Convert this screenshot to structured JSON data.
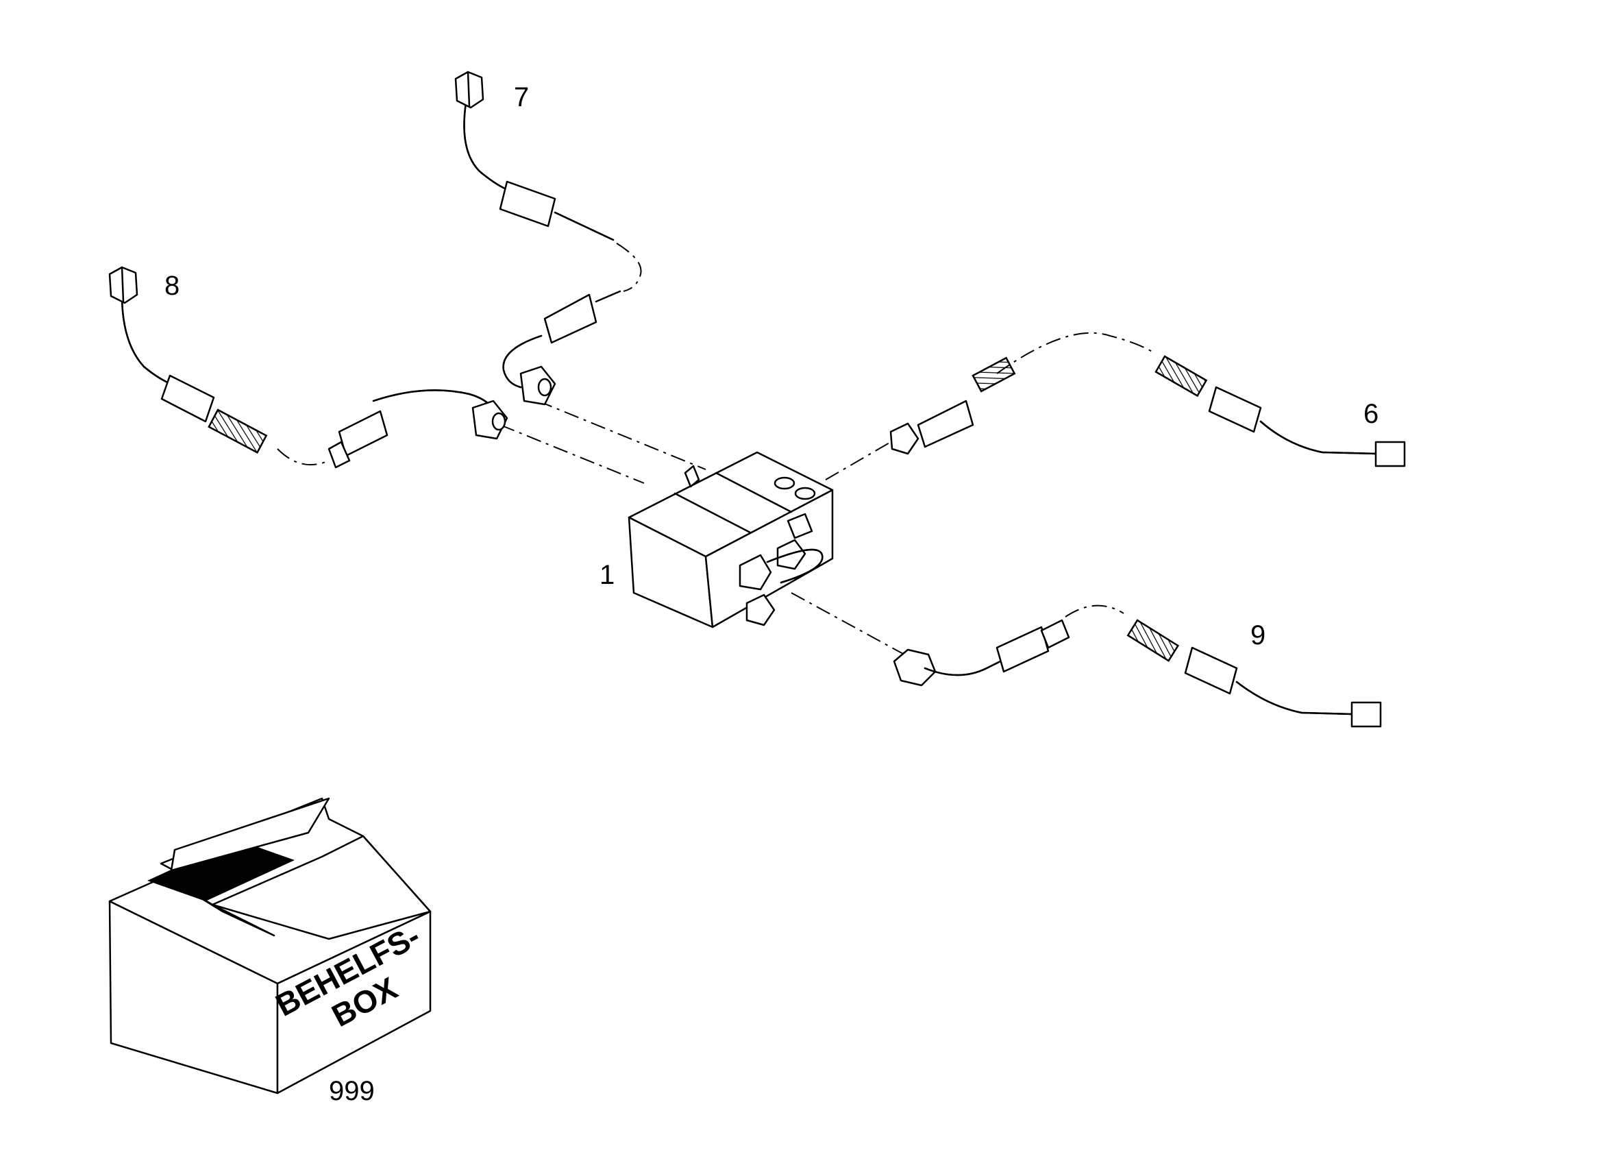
{
  "callouts": {
    "block": "1",
    "hose_right_top": "6",
    "hose_top": "7",
    "hose_left": "8",
    "hose_right_bottom": "9",
    "box": "999"
  },
  "box_label": {
    "line1": "BEHELFS-",
    "line2": "BOX"
  }
}
